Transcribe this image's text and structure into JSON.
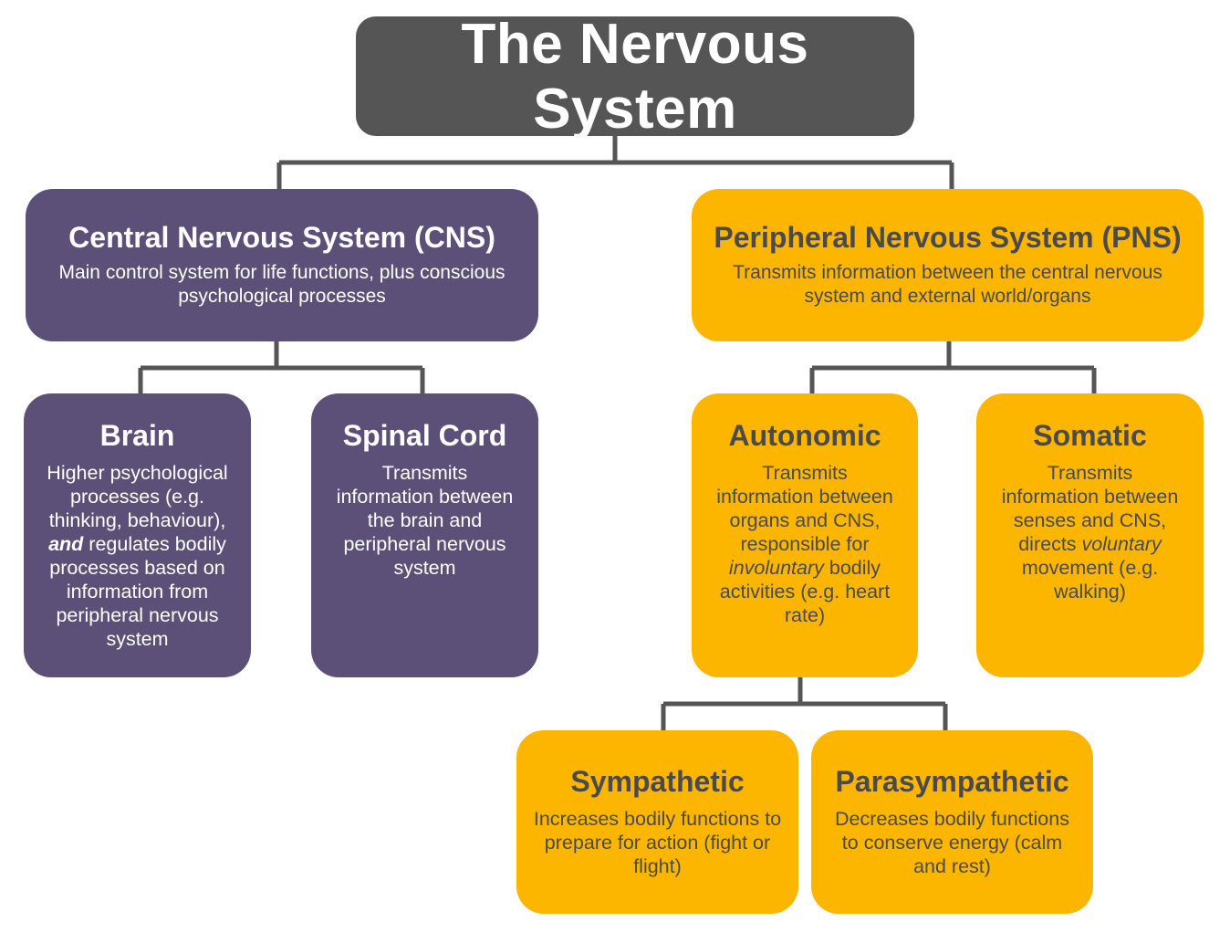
{
  "colors": {
    "root": "#555555",
    "cns_branch": "#5d5078",
    "pns_branch": "#fdb600",
    "connector": "#555555"
  },
  "root": {
    "title": "The Nervous System"
  },
  "cns": {
    "title": "Central Nervous System (CNS)",
    "desc": "Main control system for life functions, plus conscious psychological processes"
  },
  "pns": {
    "title": "Peripheral Nervous System (PNS)",
    "desc": "Transmits information between the central nervous system and external world/organs"
  },
  "brain": {
    "title": "Brain",
    "desc_pre": "Higher psychological processes (e.g. thinking, behaviour), ",
    "desc_emph": "and",
    "desc_post": " regulates bodily processes based on information from peripheral nervous system"
  },
  "spinal": {
    "title": "Spinal Cord",
    "desc": "Transmits information between the brain and peripheral nervous system"
  },
  "autonomic": {
    "title": "Autonomic",
    "desc_pre": "Transmits information between organs and CNS, responsible for ",
    "desc_emph": "involuntary",
    "desc_post": " bodily activities (e.g. heart rate)"
  },
  "somatic": {
    "title": "Somatic",
    "desc_pre": "Transmits information between senses and CNS, directs ",
    "desc_emph": "voluntary",
    "desc_post": " movement (e.g. walking)"
  },
  "sympathetic": {
    "title": "Sympathetic",
    "desc": "Increases bodily functions to prepare for action (fight or flight)"
  },
  "parasympathetic": {
    "title": "Parasympathetic",
    "desc": "Decreases bodily functions to conserve energy (calm and rest)"
  }
}
